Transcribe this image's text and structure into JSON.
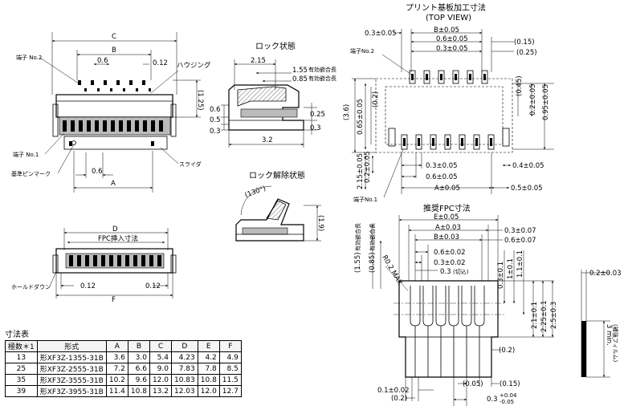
{
  "diagram": {
    "top_view": {
      "dim_c": "C",
      "dim_b": "B",
      "dim_pitch": "0.6",
      "dim_012": "0.12",
      "dim_125": "(1.25)",
      "label_pin2": "端子 No.2",
      "label_housing": "ハウジング",
      "label_pin1": "端子 No.1",
      "label_pinmark": "基準ピンマーク",
      "label_slider": "スライダ",
      "dim_pitch_bottom": "0.6",
      "dim_a": "A"
    },
    "lock": {
      "title": "ロック状態",
      "dim_215": "2.15",
      "dim_155": "1.55",
      "note_155": "有効嵌合長",
      "dim_085": "0.85",
      "note_085": "有効嵌合長",
      "dim_06": "0.6",
      "dim_05": "0.5",
      "dim_03l": "0.3",
      "dim_025": "0.25",
      "dim_03r": "0.3",
      "dim_32": "3.2"
    },
    "unlock": {
      "title": "ロック解除状態",
      "dim_angle": "(130°)",
      "dim_19": "(1.9)"
    },
    "bottom_view": {
      "dim_d": "D",
      "label_fpc": "FPC挿入寸法",
      "label_holddown": "ホールドダウン",
      "dim_012l": "0.12",
      "dim_012r": "0.12",
      "dim_f": "F"
    },
    "pcb": {
      "title": "プリント基板加工寸法",
      "subtitle": "(TOP VIEW)",
      "dim_b005": "B±0.05",
      "dim_03_005": "0.3±0.05",
      "dim_06_005": "0.6±0.05",
      "dim_03_005b": "0.3±0.05",
      "dim_015": "(0.15)",
      "dim_025": "(0.25)",
      "label_pin2": "端子No.2",
      "dim_36": "(3.6)",
      "dim_02": "(0.2)",
      "dim_065": "0.65±0.05",
      "dim_045": "(0.45)",
      "dim_02_005": "0.2±0.05",
      "dim_095": "0.95±0.05",
      "dim_04_005": "0.4±0.05",
      "dim_215_005": "2.15±0.05",
      "dim_03_005c": "0.3±0.05",
      "dim_06_005c": "0.6±0.05",
      "dim_05_005": "0.5±0.05",
      "dim_a_005": "A±0.05",
      "dim_02_005b": "0.2±0.05",
      "label_pin1": "端子No.1"
    },
    "fpc": {
      "title": "推奨FPC寸法",
      "dim_e": "E±0.05",
      "dim_a003": "A±0.03",
      "dim_03_007": "0.3±0.07",
      "dim_b003": "B±0.03",
      "dim_06_007": "0.6±0.07",
      "dim_06_002": "0.6±0.02",
      "dim_03_002": "0.3±0.02",
      "dim_03_sep": "0.3",
      "note_sep": "(切込)",
      "dim_155": "(1.55)",
      "note_155": "有効嵌合長",
      "dim_085": "(0.85)",
      "note_085": "有効嵌合長",
      "dim_r02": "R0.2 MAX",
      "dim_03_01": "0.3±0.1",
      "dim_1_01": "1±0.1",
      "dim_11_01": "1.1±0.1",
      "dim_21_01": "2.1±0.1",
      "dim_225_01": "2.25±0.1",
      "dim_25_03": "2.5±0.3",
      "dim_02r": "(0.2)",
      "dim_005": "(0.05)",
      "dim_015": "(0.15)",
      "dim_01_002": "0.1±0.02",
      "dim_02b": "(0.2)",
      "dim_03_tol": "0.3",
      "tol_plus": "+0.04",
      "tol_minus": "-0.05",
      "dim_thickness": "0.2±0.03",
      "dim_3min": "3 min.",
      "note_3min": "(補強フィルム)"
    }
  },
  "table": {
    "title": "寸法表",
    "headers": [
      "極数＊1",
      "形式",
      "A",
      "B",
      "C",
      "D",
      "E",
      "F"
    ],
    "rows": [
      [
        "13",
        "形XF3Z-1355-31B",
        "3.6",
        "3.0",
        "5.4",
        "4.23",
        "4.2",
        "4.9"
      ],
      [
        "25",
        "形XF3Z-2555-31B",
        "7.2",
        "6.6",
        "9.0",
        "7.83",
        "7.8",
        "8.5"
      ],
      [
        "35",
        "形XF3Z-3555-31B",
        "10.2",
        "9.6",
        "12.0",
        "10.83",
        "10.8",
        "11.5"
      ],
      [
        "39",
        "形XF3Z-3955-31B",
        "11.4",
        "10.8",
        "13.2",
        "12.03",
        "12.0",
        "12.7"
      ]
    ]
  }
}
